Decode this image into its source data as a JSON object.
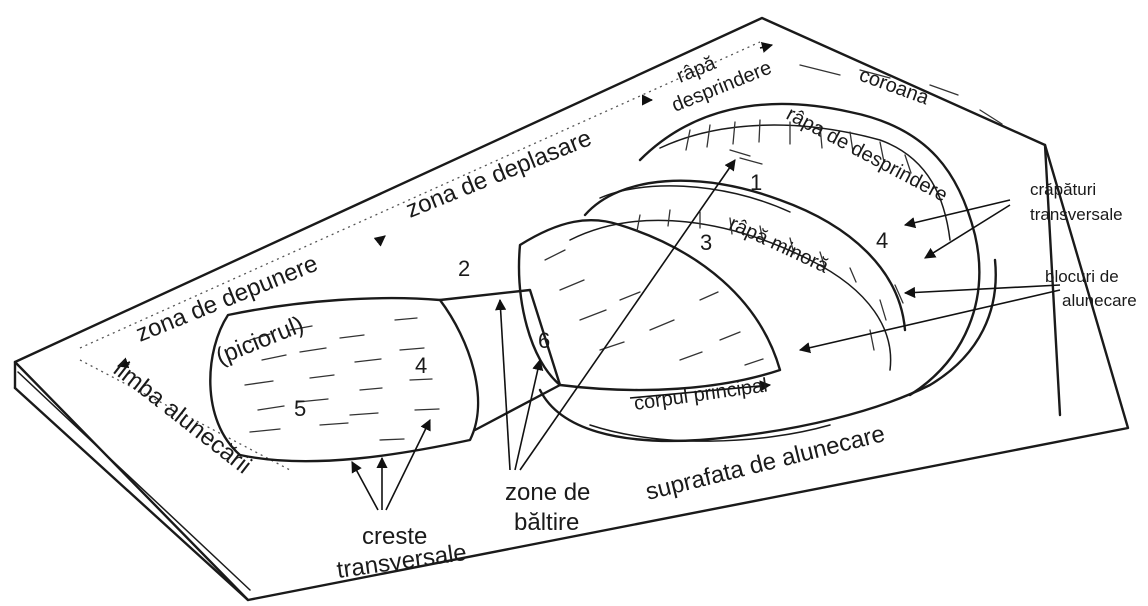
{
  "zones": {
    "rapa_desprindere_line1": "râpă",
    "rapa_desprindere_line2": "desprindere",
    "deplasare": "zona de deplasare",
    "depunere": "zona de depunere",
    "piciorul": "(piciorul)"
  },
  "features": {
    "coroana": "coroana",
    "rapa_de_desprindere": "râpa de desprindere",
    "rapa_minora": "râpă minoră",
    "corpul_principal": "corpul principal",
    "suprafata_de_alunecare": "suprafata de alunecare",
    "limba_alunecarii": "limba alunecării"
  },
  "callouts": {
    "crapaturi_line1": "crăpături",
    "crapaturi_line2": "transversale",
    "blocuri_line1": "blocuri de",
    "blocuri_line2": "alunecare",
    "creste_line1": "creste",
    "creste_line2": "transversale",
    "zone_line1": "zone de",
    "zone_line2": "băltire"
  },
  "numbers": [
    "1",
    "2",
    "3",
    "4",
    "4",
    "5",
    "6"
  ]
}
